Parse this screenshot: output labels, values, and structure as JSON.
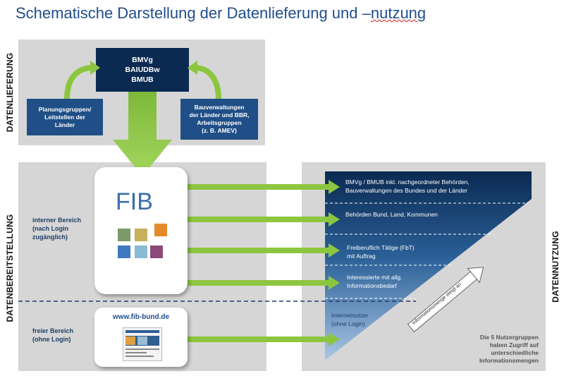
{
  "title_main": "Schematische Darstellung der Datenlieferung und –",
  "title_underlined": "nutzung",
  "side_labels": {
    "datenlieferung": "DATENLIEFERUNG",
    "datenbereitstellung": "DATENBEREITSTELLUNG",
    "datennutzung": "DATENNUTZUNG"
  },
  "top_center_box": [
    "BMVg",
    "BAIUDBw",
    "BMUB"
  ],
  "top_left_box": [
    "Planungsgruppen/",
    "Leitstellen der",
    "Länder"
  ],
  "top_right_box": [
    "Bauverwaltungen",
    "der Länder und BBR,",
    "Arbeitsgruppen",
    "(z. B. AMEV)"
  ],
  "fib_logo": "FIB",
  "website": "www.fib-bund.de",
  "left_areas": {
    "intern": [
      "interner Bereich",
      "(nach Login",
      "zugänglich)"
    ],
    "frei": [
      "freier Bereich",
      "(ohne Login)"
    ]
  },
  "user_groups": [
    [
      "BMVg / BMUB inkl. nachgeordneter Behörden,",
      "Bauverwaltungen des Bundes und der Länder"
    ],
    [
      "Behörden Bund, Land, Kommunen"
    ],
    [
      "Freiberuflich Tätige (FbT)",
      "mit Auftrag"
    ],
    [
      "Interessierte mit allg.",
      "Informationsbedarf"
    ],
    [
      "Internetnutzer",
      "(ohne Login)"
    ]
  ],
  "info_arrow_label": "Informationsmenge steigt an",
  "right_note": [
    "Die 5 Nutzergruppen",
    "haben Zugriff auf",
    "unterschiedliche",
    "Informationsmengen"
  ],
  "colors": {
    "title": "#1f4e8c",
    "dark_box": "#0b2a52",
    "mid_box": "#1f4f86",
    "arrow_green": "#8cc63f",
    "panel": "#d6d6d6"
  }
}
